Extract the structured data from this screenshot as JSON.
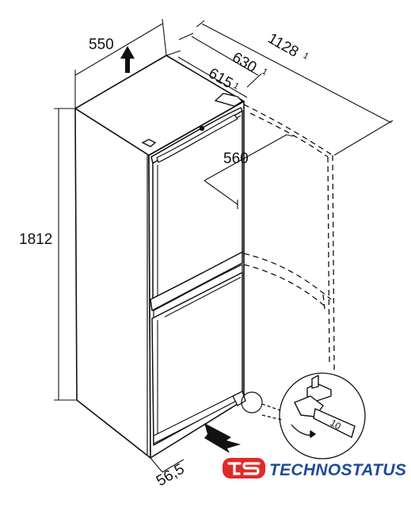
{
  "dimensions": {
    "width": "550",
    "height": "1812",
    "depth_body": "615",
    "depth_body_note": "1",
    "depth_with_handle": "630",
    "depth_with_handle_note": "1",
    "depth_door_open": "1128",
    "depth_door_open_note": "1",
    "door_width": "560",
    "plinth_offset": "56,5",
    "wrench_size": "10"
  },
  "brand": {
    "name": "TECHNOSTATUS",
    "logo_mark": "ts",
    "color_red": "#e02a2a",
    "color_blue": "#1f4a9a"
  },
  "colors": {
    "line": "#111111",
    "fridge_fill": "#ffffff"
  }
}
